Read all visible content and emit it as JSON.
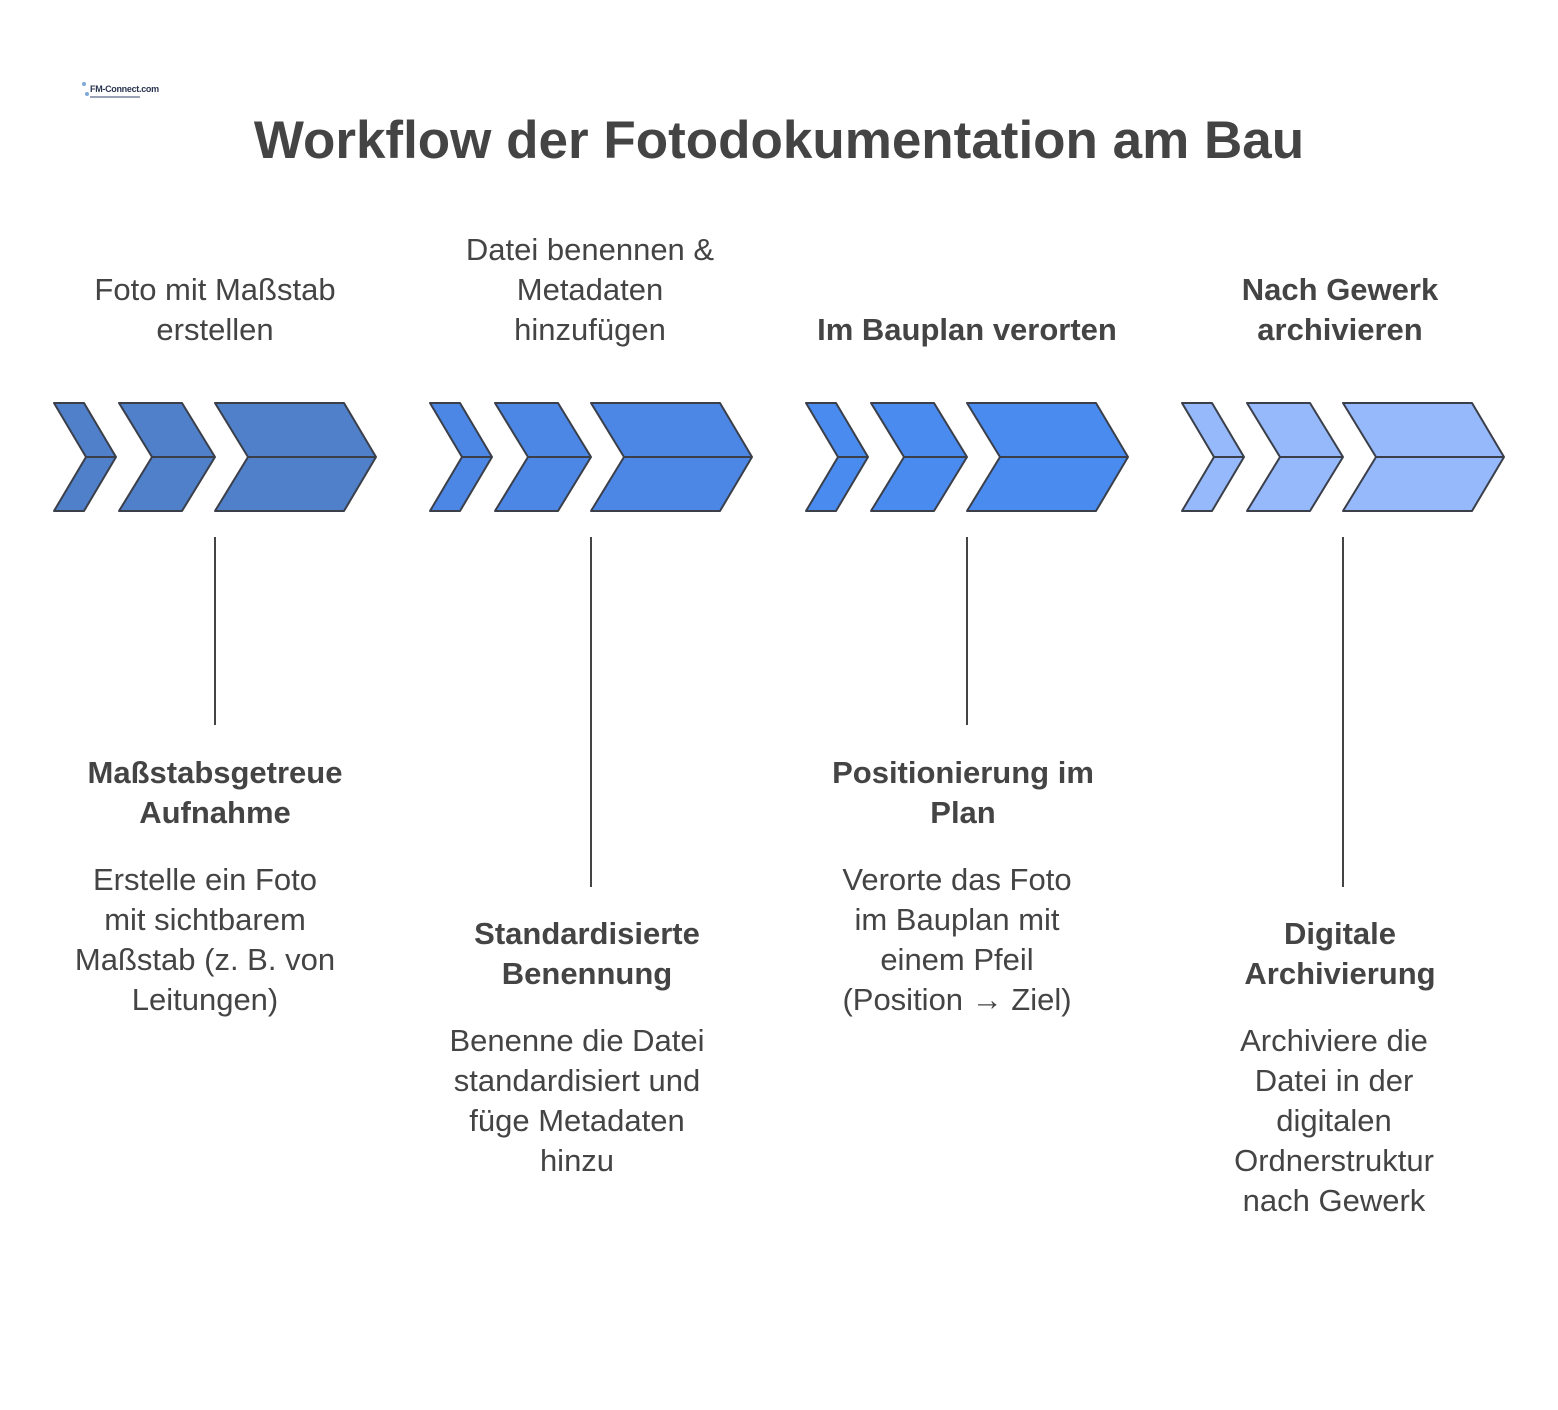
{
  "logo": {
    "text": "FM-Connect.com"
  },
  "title": "Workflow der Fotodokumentation am Bau",
  "colors": {
    "stage1": "#4f80c9",
    "stage2": "#4c87e6",
    "stage3": "#4a8bf0",
    "stage4": "#95b9fb",
    "stroke": "#3a3f4a",
    "text": "#444444"
  },
  "steps": [
    {
      "label": "Foto mit Maßstab\nerstellen",
      "heading": "Maßstabsgetreue\nAufnahme",
      "description": "Erstelle ein Foto\nmit sichtbarem\nMaßstab (z. B. von\nLeitungen)"
    },
    {
      "label": "Datei benennen &\nMetadaten\nhinzufügen",
      "heading": "Standardisierte\nBenennung",
      "description": "Benenne die Datei\nstandardisiert und\nfüge Metadaten\nhinzu"
    },
    {
      "label": "Im Bauplan verorten",
      "heading": "Positionierung im\nPlan",
      "description": "Verorte das Foto\nim Bauplan mit\neinem Pfeil\n(Position → Ziel)"
    },
    {
      "label": "Nach Gewerk\narchivieren",
      "heading": "Digitale\nArchivierung",
      "description": "Archiviere die\nDatei in der\ndigitalen\nOrdnerstruktur\nnach Gewerk"
    }
  ]
}
